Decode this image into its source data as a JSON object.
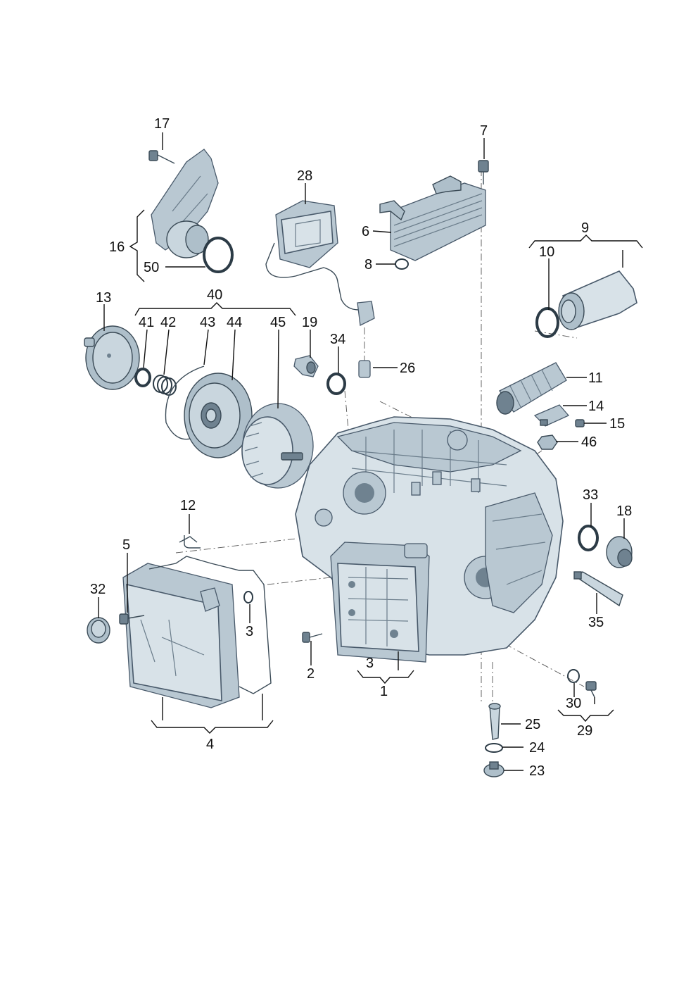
{
  "diagram": {
    "part_numbers": {
      "p1": "1",
      "p2": "2",
      "p3a": "3",
      "p3b": "3",
      "p4": "4",
      "p5": "5",
      "p6": "6",
      "p7": "7",
      "p8": "8",
      "p9": "9",
      "p10": "10",
      "p11": "11",
      "p12": "12",
      "p13": "13",
      "p14": "14",
      "p15": "15",
      "p16": "16",
      "p17": "17",
      "p18": "18",
      "p19": "19",
      "p23": "23",
      "p24": "24",
      "p25": "25",
      "p26": "26",
      "p28": "28",
      "p29": "29",
      "p30": "30",
      "p32": "32",
      "p33": "33",
      "p34": "34",
      "p35": "35",
      "p40": "40",
      "p41": "41",
      "p42": "42",
      "p43": "43",
      "p44": "44",
      "p45": "45",
      "p46": "46",
      "p50": "50"
    }
  }
}
